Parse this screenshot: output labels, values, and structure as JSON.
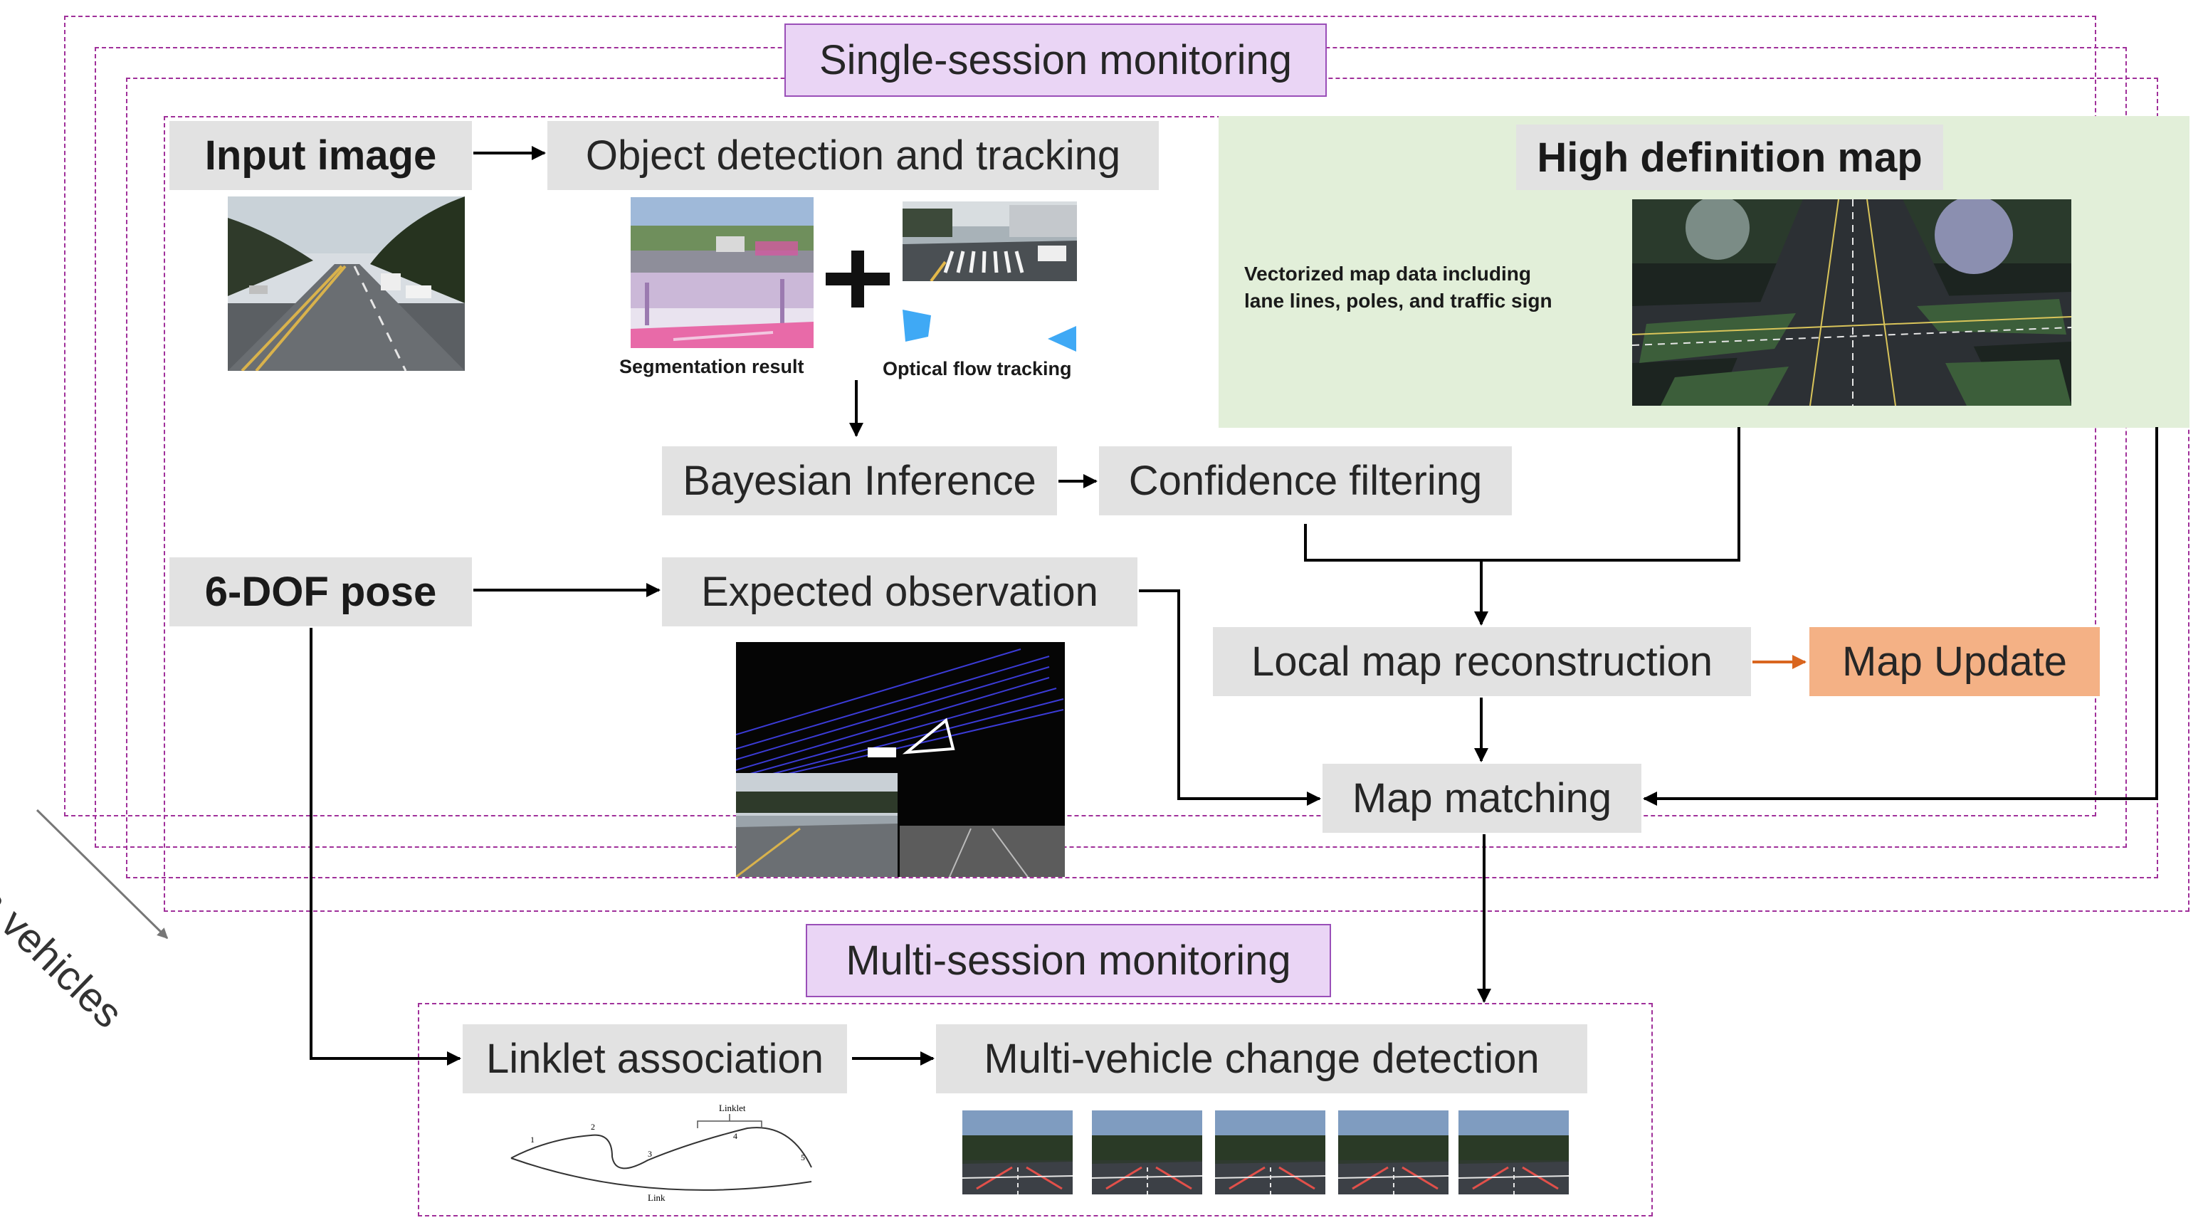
{
  "labels": {
    "single_session": "Single-session monitoring",
    "multi_session": "Multi-session monitoring",
    "n_vehicles": "n vehicles",
    "input_image": "Input image",
    "object_detection": "Object detection and tracking",
    "hd_map": "High definition map",
    "hd_map_note_1": "Vectorized map data including",
    "hd_map_note_2": "lane lines, poles, and traffic sign",
    "segmentation_result": "Segmentation result",
    "optical_flow": "Optical flow tracking",
    "bayesian": "Bayesian Inference",
    "confidence": "Confidence filtering",
    "pose": "6-DOF pose",
    "expected_obs": "Expected observation",
    "local_map": "Local map reconstruction",
    "map_update": "Map Update",
    "map_matching": "Map matching",
    "linklet": "Linklet association",
    "multi_vehicle": "Multi-vehicle change detection",
    "link_label": "Link",
    "linklet_label": "Linklet",
    "node_1": "1",
    "node_2": "2",
    "node_3": "3",
    "node_4": "4",
    "node_5": "5"
  },
  "colors": {
    "dashed_border": "#a0309a",
    "box_gray": "#e2e2e2",
    "purple_label": "#ead5f5",
    "green_panel": "#e2efd9",
    "map_update": "#f4b185",
    "orange_arrow": "#d9661f",
    "arrow": "#000000"
  }
}
